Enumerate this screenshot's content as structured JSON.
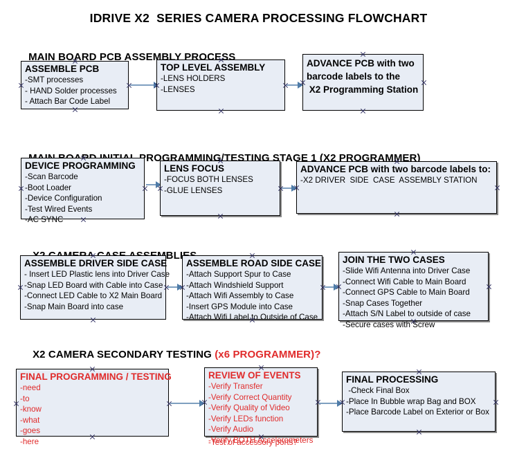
{
  "document": {
    "title": "IDRIVE X2  SERIES CAMERA PROCESSING FLOWCHART"
  },
  "theme": {
    "box_fill": "#e8edf5",
    "box_border": "#000000",
    "arrow_color": "#7e9fc0",
    "arrow_head_color": "#4f7ca8",
    "accent_red": "#e02b2b",
    "text_color": "#000000",
    "page_background": "#ffffff"
  },
  "sections": [
    {
      "id": "main-board-pcb-assembly-process",
      "heading": "MAIN BOARD PCB ASSEMBLY PROCESS",
      "heading_accent": "",
      "nodes": [
        {
          "id": "assemble-pcb",
          "title": "ASSEMBLE PCB",
          "lines": [
            "-SMT processes",
            "- HAND Solder processes",
            "- Attach Bar Code Label"
          ]
        },
        {
          "id": "top-level-assembly",
          "title": "TOP LEVEL ASSEMBLY",
          "lines": [
            "-LENS HOLDERS",
            "-LENSES"
          ]
        },
        {
          "id": "advance-pcb-to-x2-programming-station",
          "title": "ADVANCE PCB with two\nbarcode labels to the\n X2 Programming Station",
          "lines": []
        }
      ],
      "connectors": [
        "assemble-pcb → top-level-assembly",
        "top-level-assembly → advance-pcb-to-x2-programming-station"
      ]
    },
    {
      "id": "main-board-initial-programming-testing-stage-1",
      "heading": "MAIN BOARD INITIAL PROGRAMMING/TESTING STAGE 1 (X2 PROGRAMMER)",
      "heading_accent": "",
      "nodes": [
        {
          "id": "device-programming",
          "title": "DEVICE PROGRAMMING",
          "lines": [
            "-Scan Barcode",
            "-Boot Loader",
            "-Device Configuration",
            "-Test Wired Events",
            "-AC SYNC"
          ]
        },
        {
          "id": "lens-focus",
          "title": "LENS FOCUS",
          "lines": [
            "-FOCUS BOTH LENSES",
            "-GLUE LENSES"
          ]
        },
        {
          "id": "advance-pcb-to-driver-side-case-station",
          "title": "ADVANCE PCB with two barcode labels to:",
          "lines": [
            "-X2 DRIVER  SIDE  CASE  ASSEMBLY STATION"
          ]
        }
      ],
      "connectors": [
        "device-programming → lens-focus",
        "lens-focus → advance-pcb-to-driver-side-case-station"
      ]
    },
    {
      "id": "x2-camera-case-assemblies",
      "heading": "X2 CAMERA CASE ASSEMBLIES",
      "heading_accent": "",
      "nodes": [
        {
          "id": "assemble-driver-side-case",
          "title": "ASSEMBLE DRIVER SIDE CASE",
          "lines": [
            "- Insert LED Plastic lens into Driver Case",
            "-Snap LED Board with Cable into Case",
            "-Connect LED Cable to X2 Main Board",
            "-Snap Main Board into case"
          ]
        },
        {
          "id": "assemble-road-side-case",
          "title": "ASSEMBLE ROAD SIDE CASE",
          "lines": [
            "-Attach Support Spur to Case",
            "-Attach Windshield Support",
            "-Attach Wifi Assembly to Case",
            "-Insert GPS Module into Case",
            "-Attach Wifi Label to Outside of Case"
          ]
        },
        {
          "id": "join-the-two-cases",
          "title": "JOIN THE TWO CASES",
          "lines": [
            "-Slide Wifi Antenna into Driver Case",
            "-Connect Wifi Cable to Main Board",
            "-Connect GPS Cable to Main Board",
            "-Snap Cases Together",
            "-Attach S/N Label to outside of case",
            "-Secure cases with Screw"
          ]
        }
      ],
      "connectors": [
        "assemble-driver-side-case → assemble-road-side-case",
        "assemble-road-side-case → join-the-two-cases"
      ]
    },
    {
      "id": "x2-camera-secondary-testing",
      "heading": "X2 CAMERA SECONDARY TESTING ",
      "heading_accent": "(x6 PROGRAMMER)?",
      "nodes": [
        {
          "id": "final-programming-testing",
          "title": "FINAL PROGRAMMING / TESTING",
          "lines": [
            "-need",
            "-to",
            "-know",
            "-what",
            "-goes",
            "-here"
          ]
        },
        {
          "id": "review-of-events",
          "title": "REVIEW OF EVENTS",
          "lines": [
            "-Verify Transfer",
            "-Verify Correct Quantity",
            "-Verify Quality of Video",
            "-Verify LEDs function",
            "-Verify Audio",
            "-Verify BOTH Accelerometers"
          ],
          "overflow_line": "-Test of accessory ports?"
        },
        {
          "id": "final-processing",
          "title": "FINAL PROCESSING",
          "lines": [
            " -Check Final Box",
            "-Place In Bubble wrap Bag and BOX",
            "-Place Barcode Label on Exterior or Box"
          ]
        }
      ],
      "connectors": [
        "final-programming-testing → review-of-events",
        "review-of-events → final-processing"
      ]
    }
  ]
}
